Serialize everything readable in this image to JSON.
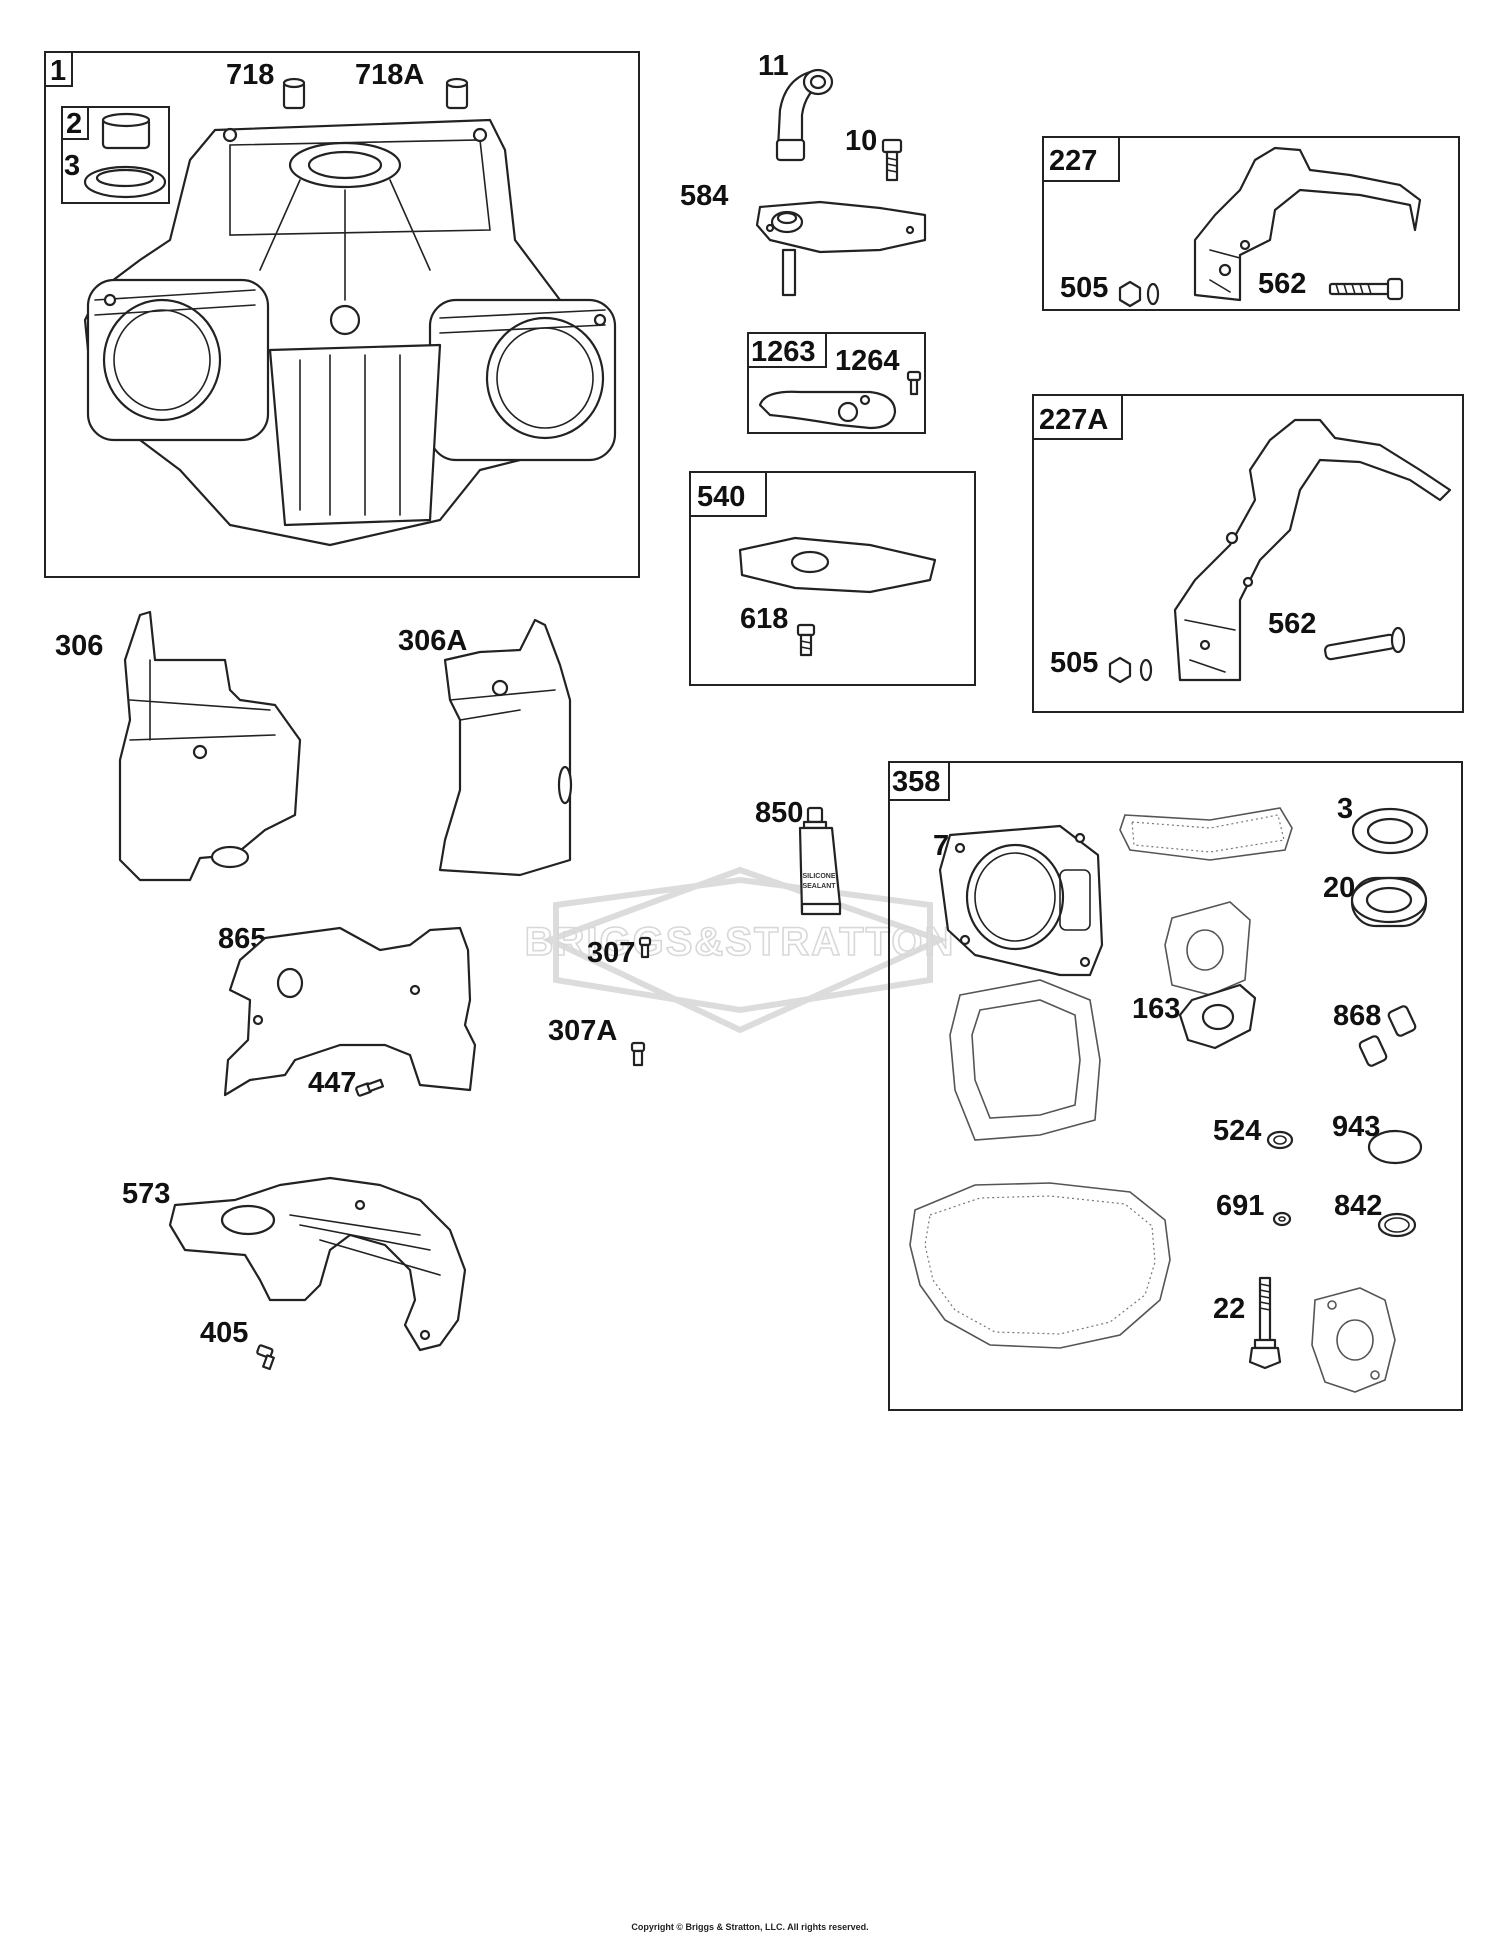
{
  "watermark": {
    "brand": "BRIGGS&STRATTON"
  },
  "tube_print": {
    "line1": "SILICONE",
    "line2": "SEALANT"
  },
  "copyright": "Copyright © Briggs & Stratton, LLC. All rights reserved.",
  "groups": {
    "g1": "1",
    "g2": "2",
    "g227": "227",
    "g227A": "227A",
    "g1263": "1263",
    "g540": "540",
    "g358": "358"
  },
  "callouts": {
    "c718": "718",
    "c718A": "718A",
    "c3a": "3",
    "c11": "11",
    "c10": "10",
    "c584": "584",
    "c1264": "1264",
    "c618": "618",
    "c505a": "505",
    "c562a": "562",
    "c505b": "505",
    "c562b": "562",
    "c306": "306",
    "c306A": "306A",
    "c850": "850",
    "c865": "865",
    "c447": "447",
    "c307": "307",
    "c307A": "307A",
    "c573": "573",
    "c405": "405",
    "c7": "7",
    "c3b": "3",
    "c20": "20",
    "c163": "163",
    "c868": "868",
    "c524": "524",
    "c943": "943",
    "c691": "691",
    "c842": "842",
    "c22": "22"
  }
}
